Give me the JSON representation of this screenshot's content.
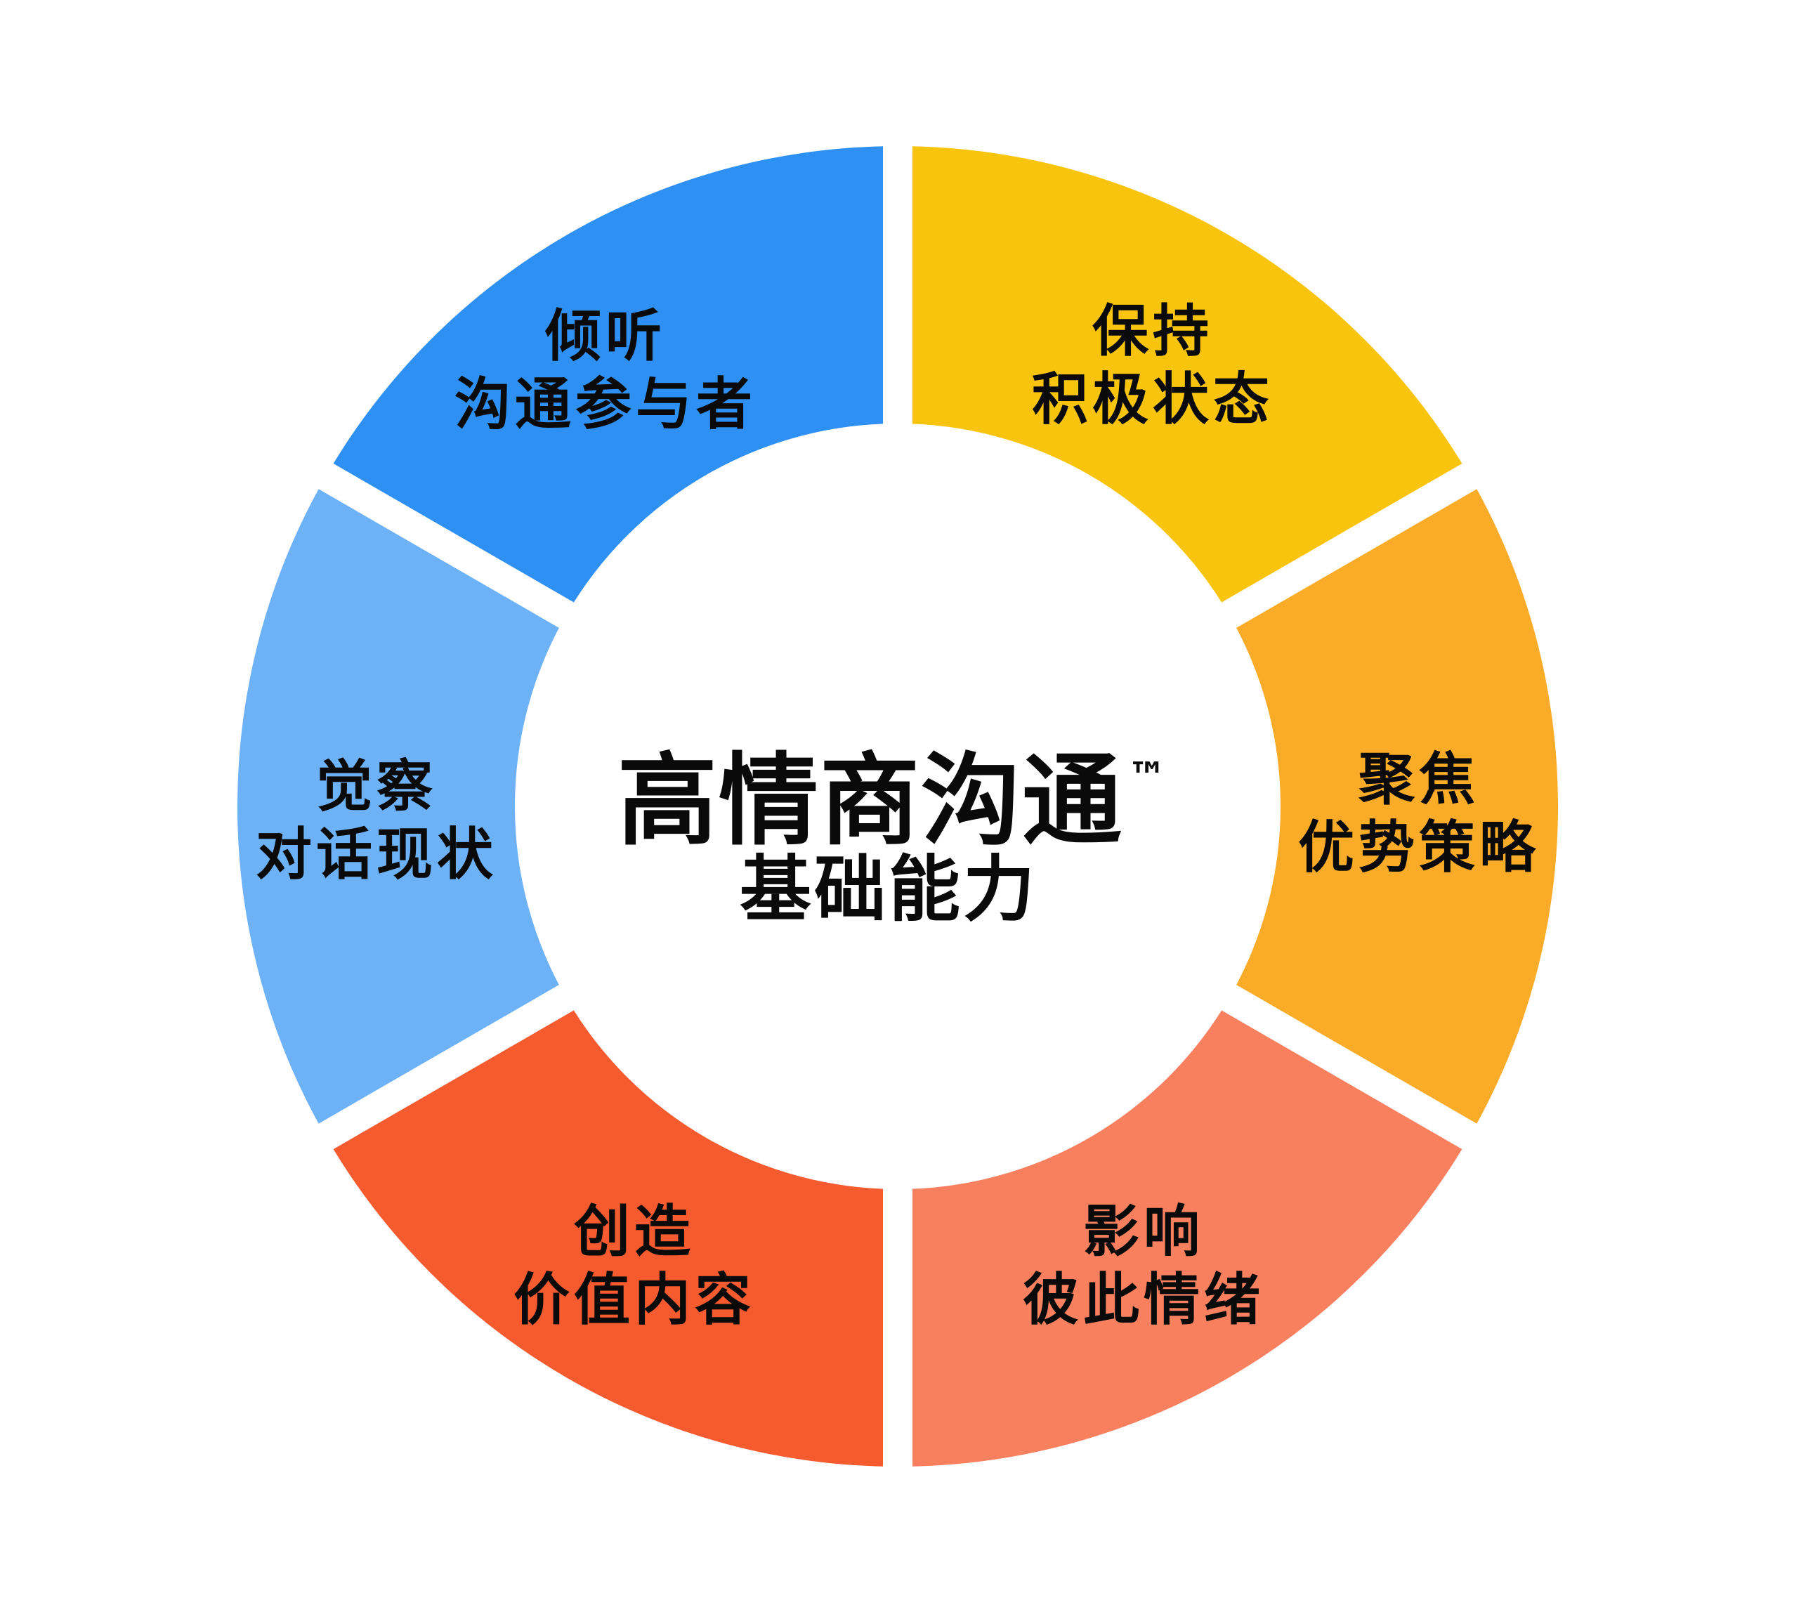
{
  "figure": {
    "background_color": "#FFFFFF",
    "gap_color": "#FFFFFF",
    "text_color": "#0A0A0A",
    "center_label": {
      "title": "高情商沟通",
      "trademark": "™",
      "subtitle": "基础能力"
    },
    "segments": [
      {
        "id": "listen",
        "position": "top-left",
        "line1": "倾听",
        "line2": "沟通参与者",
        "color": "#2E90F2"
      },
      {
        "id": "stay-positive",
        "position": "top-right",
        "line1": "保持",
        "line2": "积极状态",
        "color": "#F9C40D"
      },
      {
        "id": "focus",
        "position": "right",
        "line1": "聚焦",
        "line2": "优势策略",
        "color": "#FAAC28"
      },
      {
        "id": "influence",
        "position": "bottom-right",
        "line1": "影响",
        "line2": "彼此情绪",
        "color": "#F9805F"
      },
      {
        "id": "create",
        "position": "bottom-left",
        "line1": "创造",
        "line2": "价值内容",
        "color": "#F65B30"
      },
      {
        "id": "aware",
        "position": "left",
        "line1": "觉察",
        "line2": "对话现状",
        "color": "#6DB2F7"
      }
    ]
  },
  "chart_data": {
    "type": "pie",
    "subtype": "donut-ring-diagram",
    "title": "高情商沟通™ 基础能力",
    "center_title": "高情商沟通™",
    "center_subtitle": "基础能力",
    "categories": [
      "倾听 沟通参与者",
      "保持 积极状态",
      "聚焦 优势策略",
      "影响 彼此情绪",
      "创造 价值内容",
      "觉察 对话现状"
    ],
    "values": [
      1,
      1,
      1,
      1,
      1,
      1
    ],
    "colors": [
      "#2E90F2",
      "#F9C40D",
      "#FAAC28",
      "#F9805F",
      "#F65B30",
      "#6DB2F7"
    ],
    "legend": "none",
    "notes": "Six equal 60-degree ring segments separated by white radial gaps; labels placed inside each segment; title in white donut hole."
  }
}
